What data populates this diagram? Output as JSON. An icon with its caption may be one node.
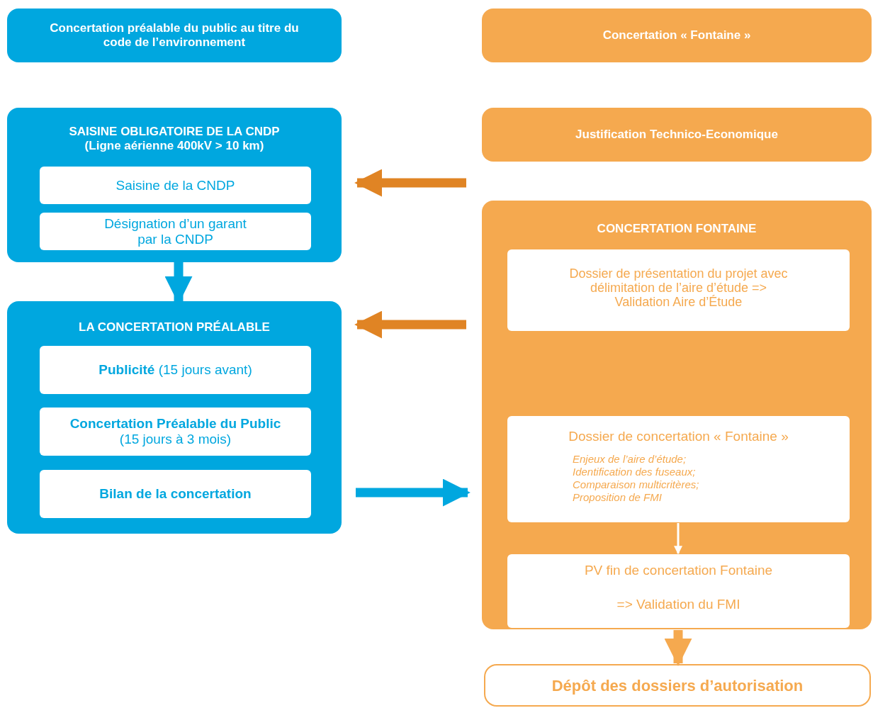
{
  "diagram": {
    "nodes": [
      {
        "text": [
          "Concertation préalable du public au titre du code de l’environnement"
        ]
      },
      {
        "text": [
          "Concertation « Fontaine »"
        ]
      },
      {
        "text": [
          "SAISINE OBLIGATOIRE DE LA CNDP (Ligne aérienne 400kV > 10 km)"
        ]
      },
      {
        "text": [
          "Saisine de la CNDP"
        ],
        "in": 2
      },
      {
        "text": [
          "Désignation d’un garant par la CNDP"
        ],
        "in": 2
      },
      {
        "text": [
          "Justification Technico-Economique"
        ]
      },
      {
        "text": [
          "LA CONCERTATION PRÉALABLE"
        ]
      },
      {
        "text": [
          "**Publicité** (15 jours avant)"
        ],
        "in": 6
      },
      {
        "text": [
          "Concertation Préalable du Public",
          "(15 jours à 3 mois)"
        ],
        "in": 6
      },
      {
        "text": [
          "Bilan de la concertation"
        ],
        "in": 6
      },
      {
        "text": [
          "CONCERTATION FONTAINE"
        ]
      },
      {
        "text": [
          "Dossier de présentation du projet avec délimitation de l’aire d’étude => Validation Aire d’Étude"
        ],
        "in": 10
      },
      {
        "text": [
          "Dossier de concertation « Fontaine »",
          "Enjeux de l’aire d’étude;",
          "Identification des fuseaux;",
          "Comparaison multicritères;",
          "Proposition de FMI"
        ],
        "in": 10
      },
      {
        "text": [
          "PV fin de concertation Fontaine",
          "=> Validation du FMI"
        ],
        "in": 10
      },
      {
        "text": [
          "Dépôt des dossiers d’autorisation"
        ]
      }
    ],
    "edges": [
      {
        "from": 5,
        "to": 2,
        "arrow": "to",
        "color": "#e08424"
      },
      {
        "from": 2,
        "to": 6,
        "arrow": "to",
        "color": "#00a7df"
      },
      {
        "from": 10,
        "to": 6,
        "arrow": "to",
        "color": "#e08424"
      },
      {
        "from": 6,
        "to": 10,
        "arrow": "to",
        "color": "#00a7df"
      },
      {
        "from": 12,
        "to": 13,
        "arrow": "to",
        "color": "#ffffff"
      },
      {
        "from": 10,
        "to": 14,
        "arrow": "to",
        "color": "#f5a94f"
      }
    ]
  }
}
